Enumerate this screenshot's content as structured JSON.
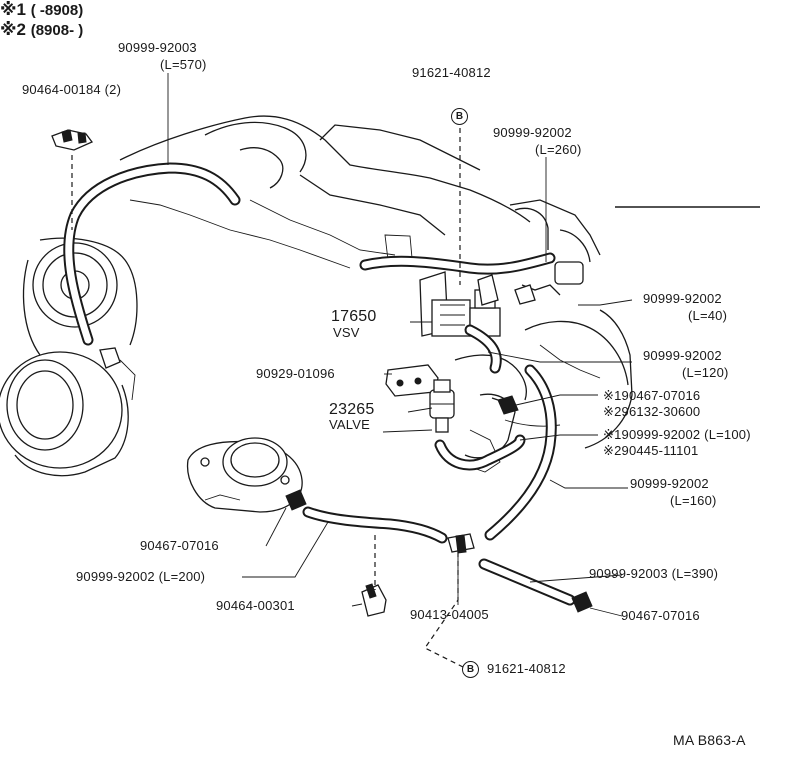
{
  "labels": {
    "hose_top_left": {
      "part": "90999-92003",
      "len": "(L=570)"
    },
    "clip_top_left": "90464-00184 (2)",
    "union_top": "91621-40812",
    "hose_260": {
      "part": "90999-92002",
      "len": "(L=260)"
    },
    "hose_40": {
      "part": "90999-92002",
      "len": "(L=40)"
    },
    "vsv": {
      "part": "17650",
      "name": "VSV"
    },
    "hose_120": {
      "part": "90999-92002",
      "len": "(L=120)"
    },
    "bracket": "90929-01096",
    "valve": {
      "part": "23265",
      "name": "VALVE"
    },
    "alt1a": "※190467-07016",
    "alt2a": "※296132-30600",
    "alt1b": "※190999-92002 (L=100)",
    "alt2b": "※290445-11101",
    "hose_160": {
      "part": "90999-92002",
      "len": "(L=160)"
    },
    "clamp_left": "90467-07016",
    "hose_200": "90999-92002 (L=200)",
    "hose_390": "90999-92003 (L=390)",
    "clip_bottom": "90464-00301",
    "tee": "90413-04005",
    "clamp_right": "90467-07016",
    "union_bottom": "91621-40812",
    "marker": "B",
    "ref": "MA  B863-A"
  },
  "notes": {
    "n1": {
      "mark": "※1",
      "text": "(        -8908)"
    },
    "n2": {
      "mark": "※2",
      "text": "(8908-          )"
    }
  }
}
